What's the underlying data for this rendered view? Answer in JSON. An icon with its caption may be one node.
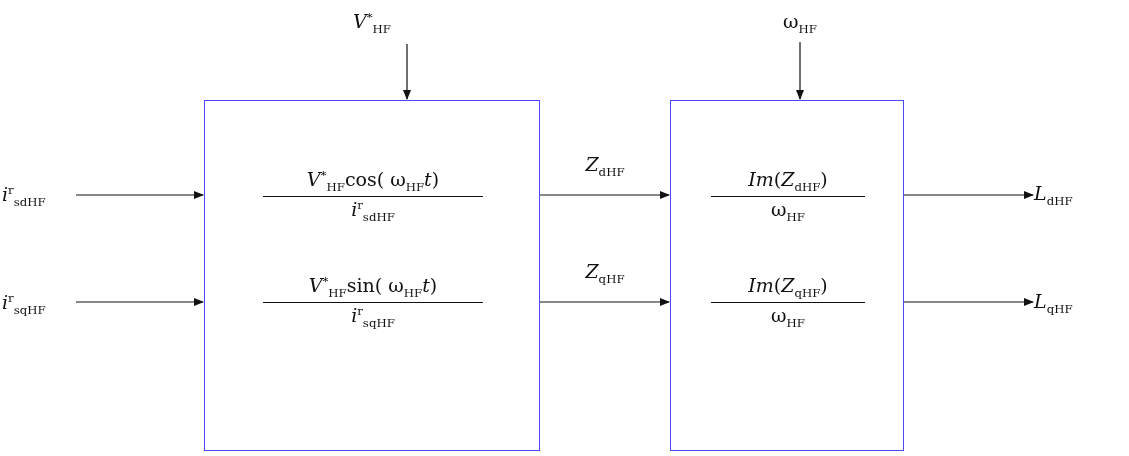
{
  "diagram": {
    "nodes": [
      {
        "text": [
          "*V*$^{*}$$_{HF}$"
        ]
      },
      {
        "text": [],
        "shape": "box"
      },
      {
        "text": [
          "*V*$^{*}$$_{HF}$cos( ω$_{HF}$*t*)",
          "*i*$^{r}$$_{sdHF}$"
        ],
        "in": 1
      },
      {
        "text": [
          "*V*$^{*}$$_{HF}$sin( ω$_{HF}$*t*)",
          "*i*$^{r}$$_{sqHF}$"
        ],
        "in": 1
      },
      {
        "text": [
          "ω$_{HF}$"
        ]
      },
      {
        "text": [],
        "shape": "box"
      },
      {
        "text": [
          "*Im*(*Z*$_{dHF}$)",
          "ω$_{HF}$"
        ],
        "in": 5
      },
      {
        "text": [
          "*Im*(*Z*$_{qHF}$)",
          "ω$_{HF}$"
        ],
        "in": 5
      },
      {
        "text": [
          "*i*$^{r}$$_{sdHF}$"
        ]
      },
      {
        "text": [
          "*i*$^{r}$$_{sqHF}$"
        ]
      },
      {
        "text": [
          "*L*$_{dHF}$"
        ]
      },
      {
        "text": [
          "*L*$_{qHF}$"
        ]
      }
    ],
    "edges": [
      {
        "from": 0,
        "to": 1,
        "arrow": "to"
      },
      {
        "from": 8,
        "to": 1,
        "arrow": "to"
      },
      {
        "from": 9,
        "to": 1,
        "arrow": "to"
      },
      {
        "from": 1,
        "to": 5,
        "arrow": "to",
        "label": "*Z*$_{dHF}$"
      },
      {
        "from": 1,
        "to": 5,
        "arrow": "to",
        "label": "*Z*$_{qHF}$"
      },
      {
        "from": 4,
        "to": 5,
        "arrow": "to"
      },
      {
        "from": 5,
        "to": 10,
        "arrow": "to"
      },
      {
        "from": 5,
        "to": 11,
        "arrow": "to"
      }
    ]
  }
}
